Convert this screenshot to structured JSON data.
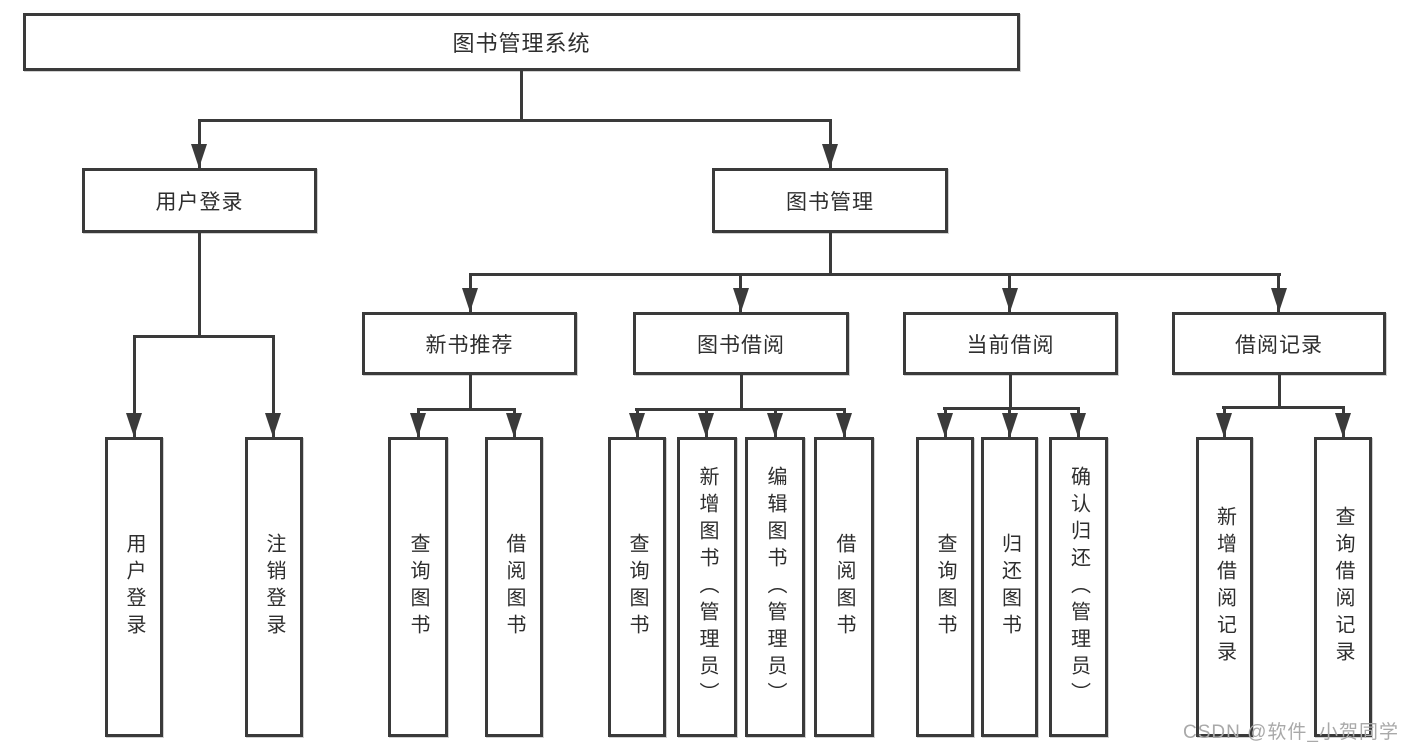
{
  "diagram": {
    "root": "图书管理系统",
    "level2": [
      "用户登录",
      "图书管理"
    ],
    "level3": [
      "新书推荐",
      "图书借阅",
      "当前借阅",
      "借阅记录"
    ],
    "leaves": {
      "user_login": [
        "用户登录",
        "注销登录"
      ],
      "new_books": [
        "查询图书",
        "借阅图书"
      ],
      "book_borrowing": [
        "查询图书",
        "新增图书（管理员）",
        "编辑图书（管理员）",
        "借阅图书"
      ],
      "current_borrowing": [
        "查询图书",
        "归还图书",
        "确认归还（管理员）"
      ],
      "borrowing_records": [
        "新增借阅记录",
        "查询借阅记录"
      ]
    },
    "watermark": "CSDN @软件_小贺同学",
    "colors": {
      "line": "#3a3a3a",
      "text": "#2e2e2e",
      "background": "#ffffff",
      "watermark": "#a9a9a9"
    }
  }
}
